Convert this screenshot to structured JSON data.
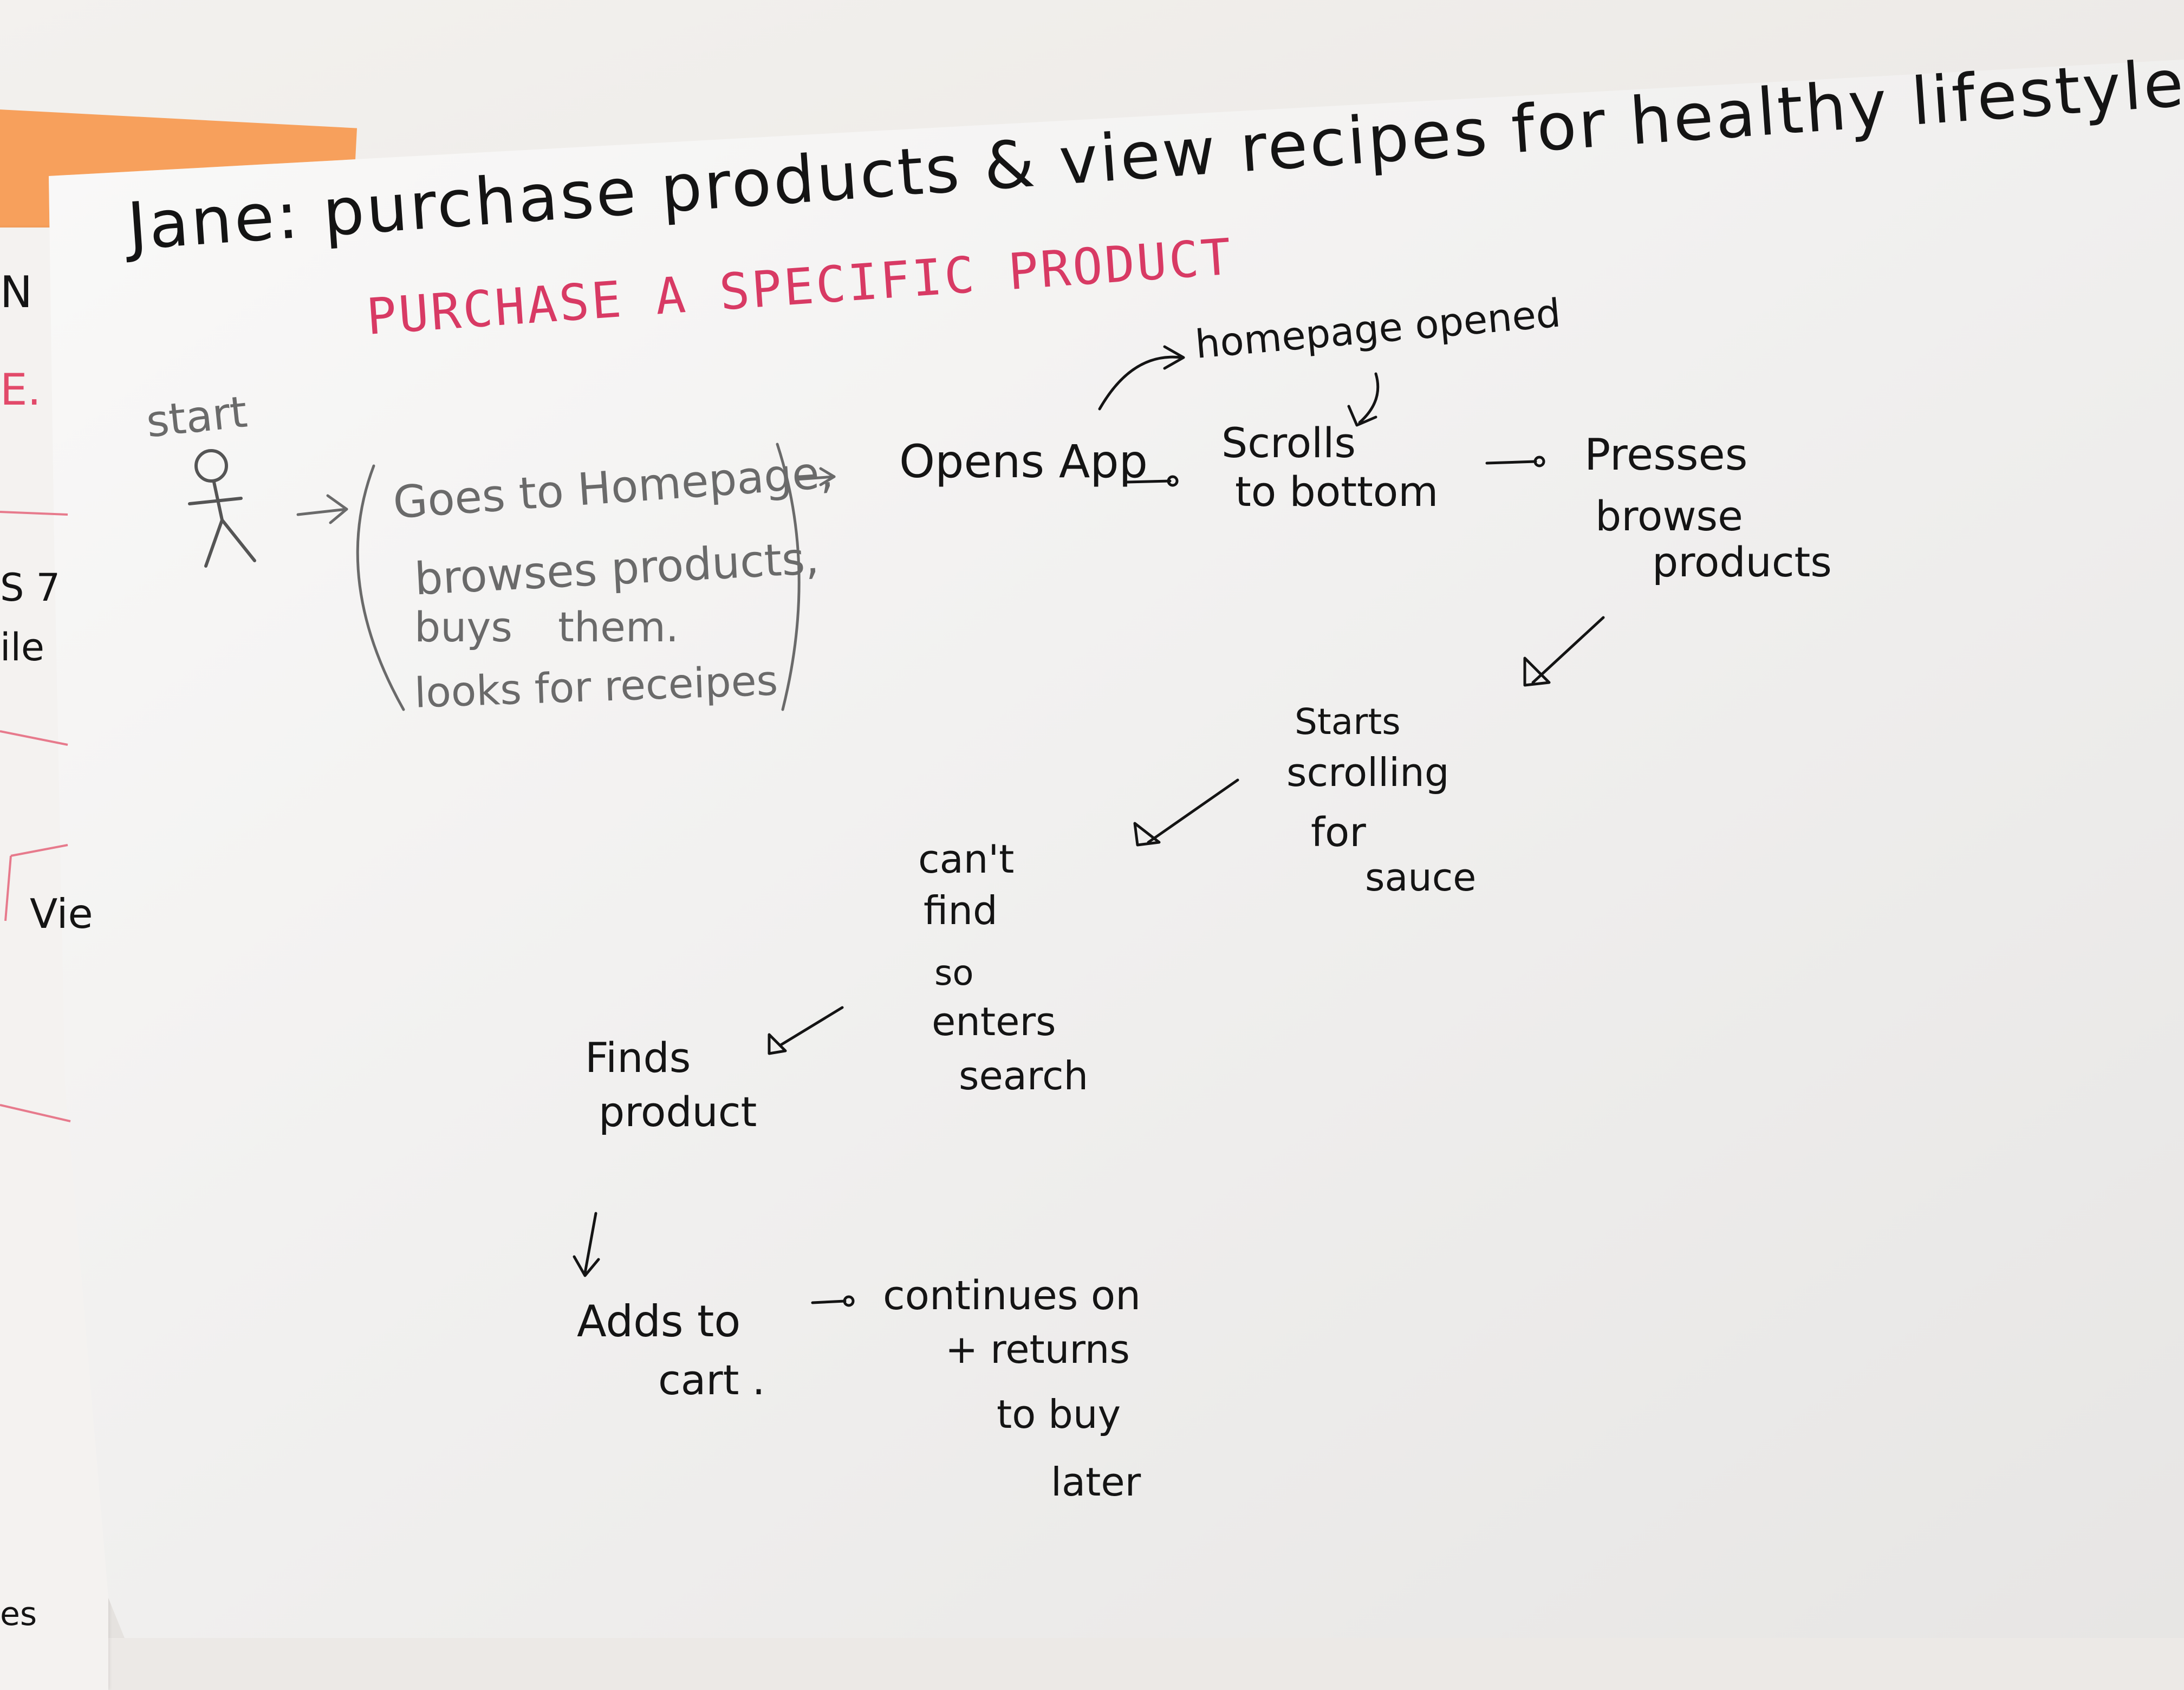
{
  "title": "Jane: purchase products & view recipes for healthy lifestyle",
  "subtitle": "PURCHASE A SPECIFIC PRODUCT",
  "actor_label": "start",
  "scenario_lines": [
    "Goes to Homepage,",
    "browses products,",
    "buys them.",
    "looks for receipes"
  ],
  "steps": {
    "opens_app": "Opens App",
    "homepage_opened": "homepage opened",
    "scrolls": [
      "Scrolls",
      "to bottom"
    ],
    "presses": [
      "Presses",
      "browse",
      "products"
    ],
    "starts_scrolling": [
      "Starts",
      "scrolling",
      "for",
      "sauce"
    ],
    "cant_find": [
      "can't",
      "find",
      "so",
      "enters",
      "search"
    ],
    "finds_product": [
      "Finds",
      "product"
    ],
    "adds_to_cart": [
      "Adds to",
      "cart ."
    ],
    "continues": [
      "continues on",
      "+ returns",
      "to buy",
      "later"
    ]
  },
  "left_sheet_fragments": [
    "N",
    "E.",
    "S 7",
    "ile",
    "Vie",
    "es"
  ],
  "colors": {
    "ink": "#141414",
    "pencil": "#6a6a6a",
    "red_marker": "#d83a64",
    "orange_paper": "#f7a05c",
    "paper": "#f7f6f5"
  }
}
